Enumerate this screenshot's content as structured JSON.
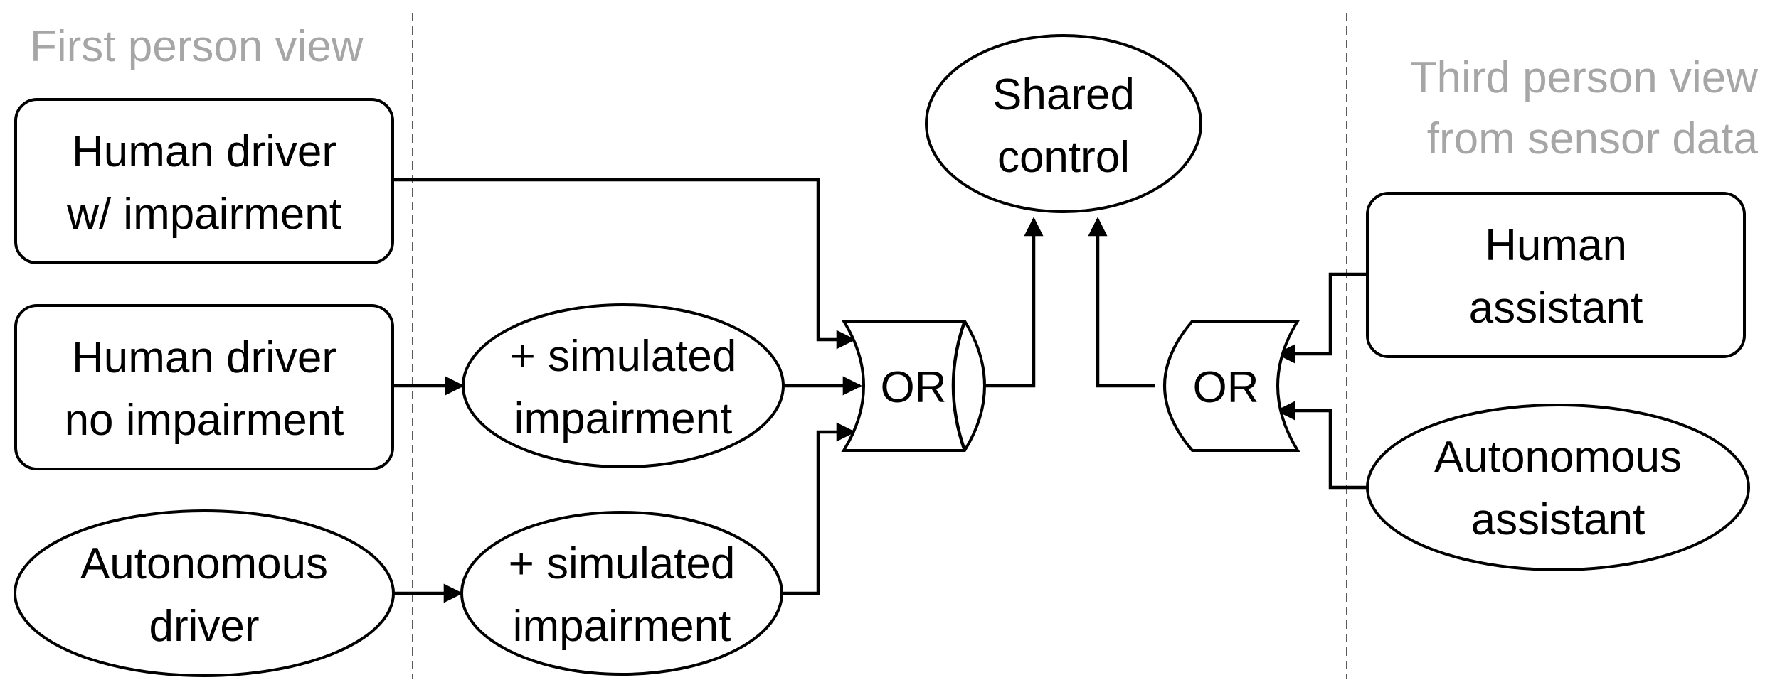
{
  "regions": {
    "first_person": "First person view",
    "third_person_line1": "Third person view",
    "third_person_line2": "from sensor data"
  },
  "nodes": {
    "human_driver_impaired": {
      "line1": "Human driver",
      "line2": "w/ impairment"
    },
    "human_driver_unimpaired": {
      "line1": "Human driver",
      "line2": "no impairment"
    },
    "autonomous_driver": {
      "line1": "Autonomous",
      "line2": "driver"
    },
    "simulated_impairment_top": {
      "line1": "+ simulated",
      "line2": "impairment"
    },
    "simulated_impairment_bottom": {
      "line1": "+ simulated",
      "line2": "impairment"
    },
    "or_gate_left": {
      "label": "OR"
    },
    "or_gate_right": {
      "label": "OR"
    },
    "shared_control": {
      "line1": "Shared",
      "line2": "control"
    },
    "human_assistant": {
      "line1": "Human",
      "line2": "assistant"
    },
    "autonomous_assistant": {
      "line1": "Autonomous",
      "line2": "assistant"
    }
  },
  "colors": {
    "stroke": "#000000",
    "region_label": "#a6a6a6",
    "background": "#ffffff"
  }
}
